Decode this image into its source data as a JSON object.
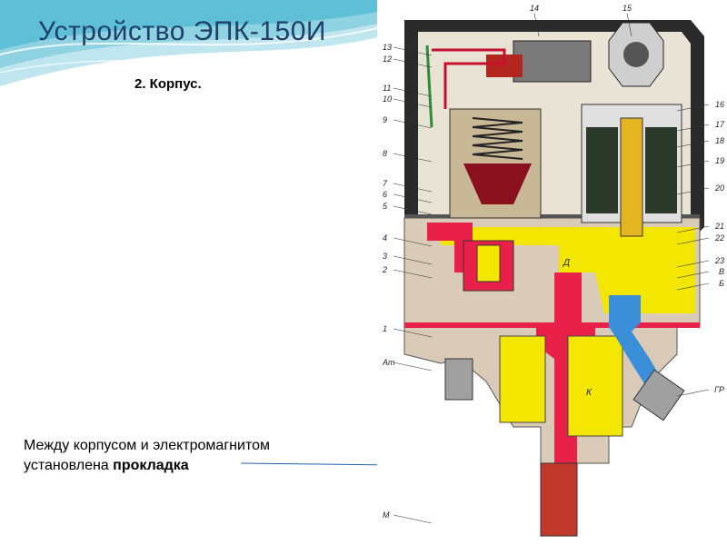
{
  "header": {
    "title": "Устройство ЭПК-150И",
    "subtitle": "2. Корпус."
  },
  "caption": {
    "line1": "Между корпусом и электромагнитом",
    "line2_prefix": "установлена ",
    "line2_bold": "прокладка"
  },
  "diagram": {
    "callouts_left": [
      "13",
      "12",
      "11",
      "10",
      "9",
      "8",
      "7",
      "6",
      "5",
      "4",
      "3",
      "2",
      "1",
      "Ат",
      "М"
    ],
    "callouts_top": [
      "14",
      "15"
    ],
    "callouts_right": [
      "16",
      "17",
      "18",
      "19",
      "20",
      "21",
      "22",
      "23",
      "В",
      "Б",
      "ГР"
    ],
    "zones": {
      "d": "Д",
      "k": "К"
    }
  },
  "colors": {
    "title": "#1f3f6b",
    "body_gray": "#d9cbb8",
    "yellow_channel": "#f3e600",
    "red_channel": "#e8204a",
    "blue_channel": "#3a8fd8",
    "dark_frame": "#222222"
  }
}
